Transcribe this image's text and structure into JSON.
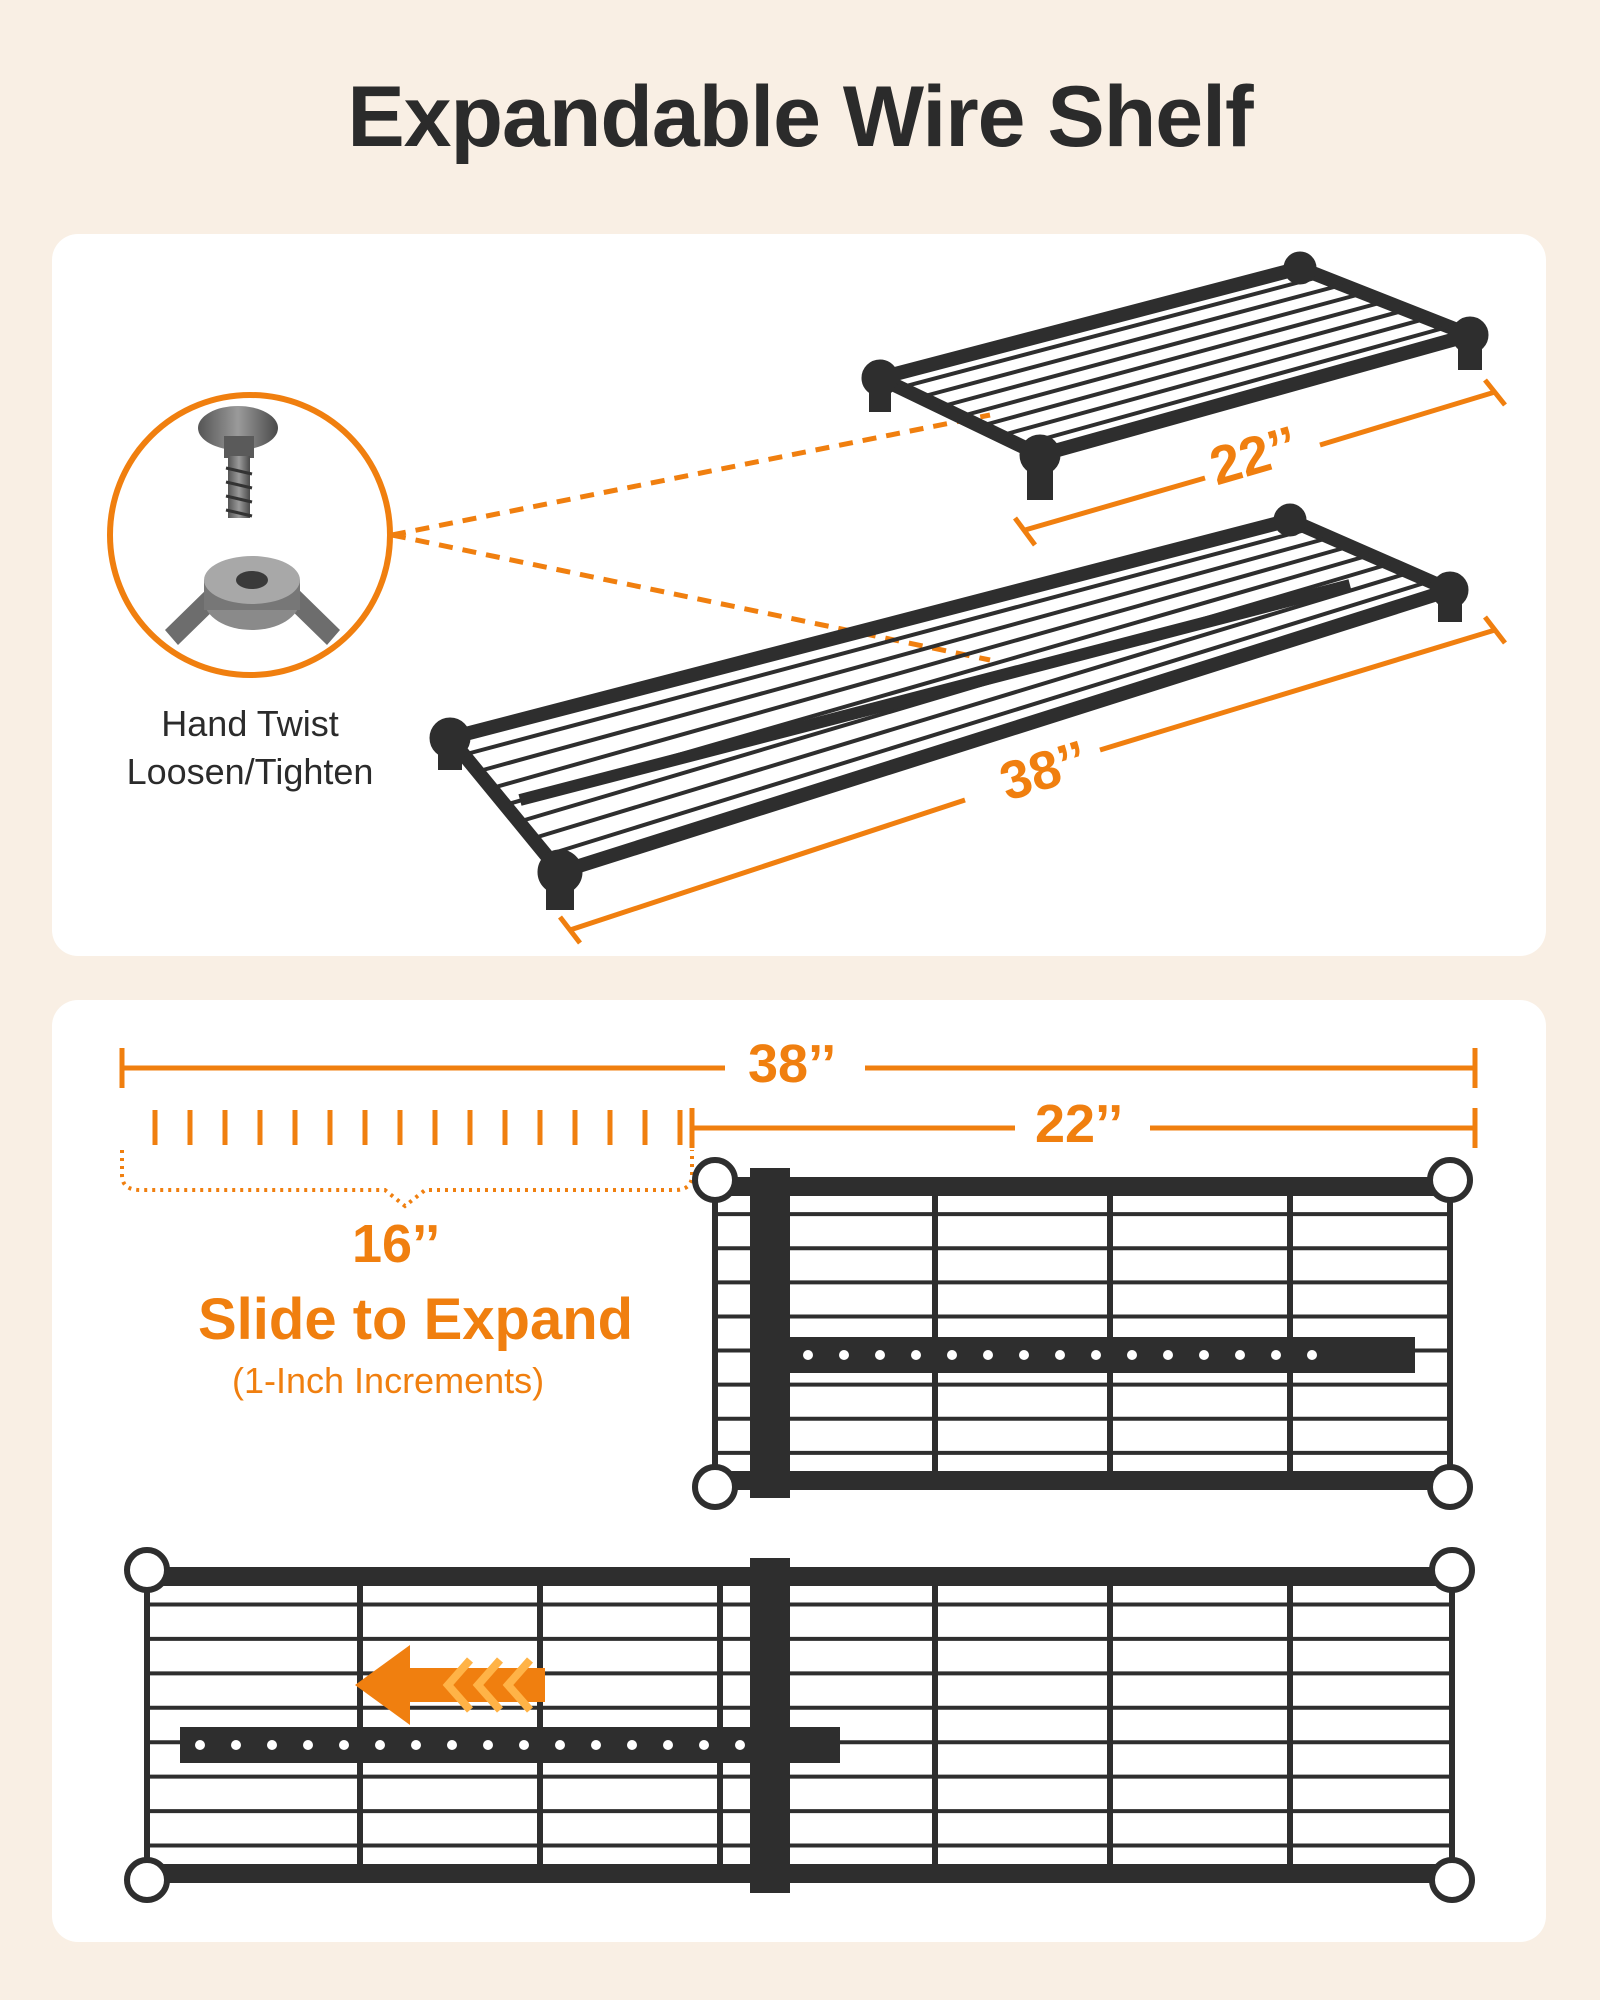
{
  "title": "Expandable Wire Shelf",
  "colors": {
    "accent": "#f07f0f",
    "background": "#f9efe4",
    "panel": "#ffffff",
    "shelf": "#2e2e2e",
    "text": "#2b2b2b"
  },
  "top_panel": {
    "callout": {
      "icon_top": "carriage-bolt-icon",
      "icon_bottom": "wing-nut-icon",
      "label_line1": "Hand Twist",
      "label_line2": "Loosen/Tighten"
    },
    "short_shelf_length": "22’’",
    "long_shelf_length": "38’’"
  },
  "bottom_panel": {
    "total_length": "38’’",
    "base_length": "22’’",
    "extension_length": "16’’",
    "slide_title": "Slide to Expand",
    "slide_subtitle": "(1-Inch Increments)",
    "arrow_icon": "arrow-left-icon"
  }
}
